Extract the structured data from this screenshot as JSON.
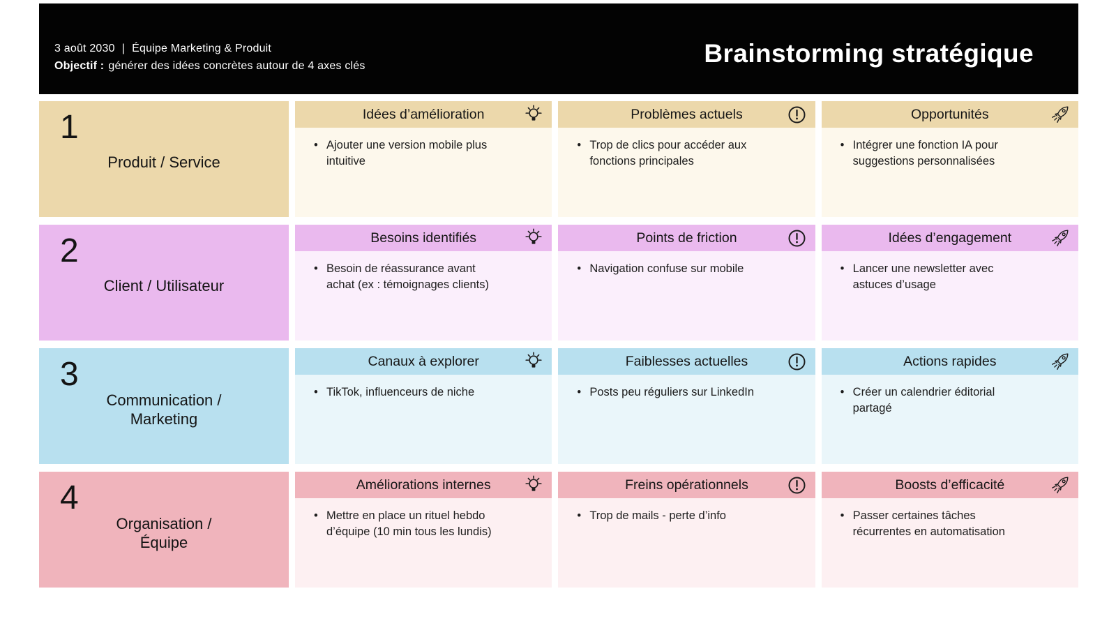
{
  "header": {
    "date": "3 août 2030",
    "separator": "|",
    "team": "Équipe Marketing & Produit",
    "objective_label": "Objectif :",
    "objective_text": "générer des idées concrètes autour de 4 axes clés",
    "title": "Brainstorming stratégique"
  },
  "rows": [
    {
      "number": "1",
      "category": "Produit / Service",
      "colors": {
        "accent": "#ecd8ab",
        "light": "#fdf8ec"
      },
      "cards": [
        {
          "title": "Idées d’amélioration",
          "icon": "lightbulb-icon",
          "items": [
            "Ajouter une version mobile plus intuitive"
          ]
        },
        {
          "title": "Problèmes actuels",
          "icon": "alert-icon",
          "items": [
            "Trop de clics pour accéder aux fonctions principales"
          ]
        },
        {
          "title": "Opportunités",
          "icon": "rocket-icon",
          "items": [
            "Intégrer une fonction IA pour suggestions personnalisées"
          ]
        }
      ]
    },
    {
      "number": "2",
      "category": "Client / Utilisateur",
      "colors": {
        "accent": "#eab9ee",
        "light": "#fbeffc"
      },
      "cards": [
        {
          "title": "Besoins identifiés",
          "icon": "lightbulb-icon",
          "items": [
            "Besoin de réassurance avant achat (ex : témoignages clients)"
          ]
        },
        {
          "title": "Points de friction",
          "icon": "alert-icon",
          "items": [
            "Navigation confuse sur mobile"
          ]
        },
        {
          "title": "Idées d’engagement",
          "icon": "rocket-icon",
          "items": [
            "Lancer une newsletter avec astuces d’usage"
          ]
        }
      ]
    },
    {
      "number": "3",
      "category": "Communication /\nMarketing",
      "colors": {
        "accent": "#b8e0ef",
        "light": "#eaf6fa"
      },
      "cards": [
        {
          "title": "Canaux à explorer",
          "icon": "lightbulb-icon",
          "items": [
            "TikTok, influenceurs de niche"
          ]
        },
        {
          "title": "Faiblesses actuelles",
          "icon": "alert-icon",
          "items": [
            "Posts peu réguliers sur LinkedIn"
          ]
        },
        {
          "title": "Actions rapides",
          "icon": "rocket-icon",
          "items": [
            "Créer un calendrier éditorial partagé"
          ]
        }
      ]
    },
    {
      "number": "4",
      "category": "Organisation /\nÉquipe",
      "colors": {
        "accent": "#f0b4bc",
        "light": "#fdf0f2"
      },
      "cards": [
        {
          "title": "Améliorations internes",
          "icon": "lightbulb-icon",
          "items": [
            "Mettre en place un rituel hebdo d’équipe (10 min tous les lundis)"
          ]
        },
        {
          "title": "Freins opérationnels",
          "icon": "alert-icon",
          "items": [
            "Trop de mails - perte d’info"
          ]
        },
        {
          "title": "Boosts d’efficacité",
          "icon": "rocket-icon",
          "items": [
            "Passer certaines tâches récurrentes en automatisation"
          ]
        }
      ]
    }
  ]
}
